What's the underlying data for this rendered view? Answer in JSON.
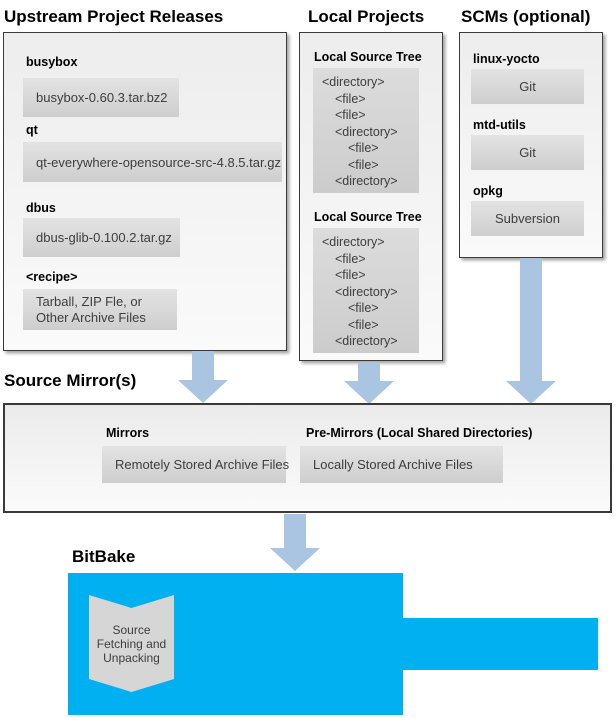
{
  "colors": {
    "accent_cyan": "#00b0f0",
    "arrow_blue": "#a9c5e2"
  },
  "upstream": {
    "title": "Upstream Project Releases",
    "items": [
      {
        "label": "busybox",
        "value": "busybox-0.60.3.tar.bz2"
      },
      {
        "label": "qt",
        "value": "qt-everywhere-opensource-src-4.8.5.tar.gz"
      },
      {
        "label": "dbus",
        "value": "dbus-glib-0.100.2.tar.gz"
      }
    ],
    "recipe": {
      "label": "<recipe>",
      "value_lines": [
        "Tarball, ZIP Fle, or",
        "Other Archive Files"
      ]
    }
  },
  "local": {
    "title": "Local Projects",
    "tree_label": "Local Source Tree",
    "tree": [
      {
        "text": "<directory>",
        "indent": 0
      },
      {
        "text": "<file>",
        "indent": 1
      },
      {
        "text": "<file>",
        "indent": 1
      },
      {
        "text": "<directory>",
        "indent": 1
      },
      {
        "text": "<file>",
        "indent": 2
      },
      {
        "text": "<file>",
        "indent": 2
      },
      {
        "text": "<directory>",
        "indent": 1
      }
    ]
  },
  "scms": {
    "title": "SCMs (optional)",
    "items": [
      {
        "label": "linux-yocto",
        "value": "Git"
      },
      {
        "label": "mtd-utils",
        "value": "Git"
      },
      {
        "label": "opkg",
        "value": "Subversion"
      }
    ]
  },
  "mirror": {
    "title": "Source Mirror(s)",
    "mirrors_label": "Mirrors",
    "mirrors_value": "Remotely Stored Archive Files",
    "premirrors_label": "Pre-Mirrors (Local Shared Directories)",
    "premirrors_value": "Locally Stored Archive Files"
  },
  "bitbake": {
    "title": "BitBake",
    "process_lines": [
      "Source",
      "Fetching and",
      "Unpacking"
    ]
  }
}
